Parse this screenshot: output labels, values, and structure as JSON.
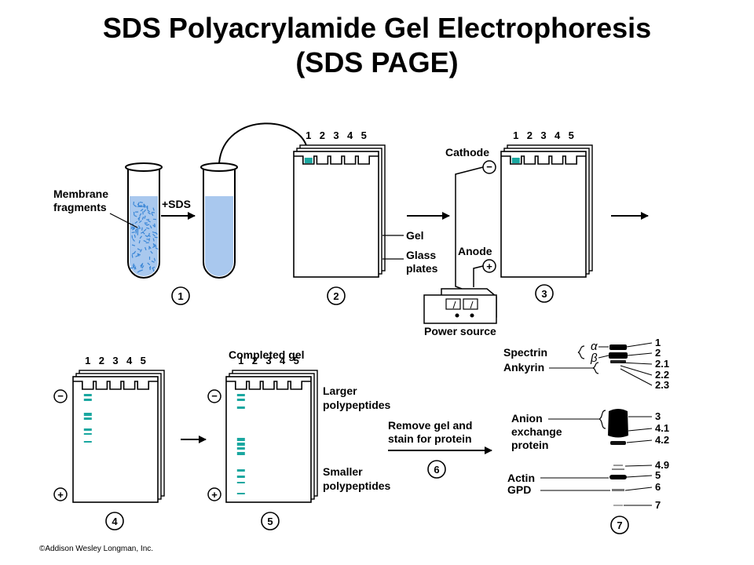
{
  "title": {
    "line1": "SDS Polyacrylamide Gel Electrophoresis",
    "line2": "(SDS PAGE)"
  },
  "step1": {
    "label_line1": "Membrane",
    "label_line2": "fragments",
    "reagent": "+SDS",
    "number": "1"
  },
  "step2": {
    "lanes": [
      "1",
      "2",
      "3",
      "4",
      "5"
    ],
    "gel": "Gel",
    "plates_line1": "Glass",
    "plates_line2": "plates",
    "number": "2"
  },
  "step3": {
    "lanes": [
      "1",
      "2",
      "3",
      "4",
      "5"
    ],
    "cathode": "Cathode",
    "anode": "Anode",
    "minus": "−",
    "plus": "+",
    "power": "Power source",
    "number": "3"
  },
  "step4": {
    "lanes": [
      "1",
      "2",
      "3",
      "4",
      "5"
    ],
    "minus": "−",
    "plus": "+",
    "number": "4"
  },
  "step5": {
    "heading": "Completed gel",
    "lanes": [
      "1",
      "2",
      "3",
      "4",
      "5"
    ],
    "larger_line1": "Larger",
    "larger_line2": "polypeptides",
    "smaller_line1": "Smaller",
    "smaller_line2": "polypeptides",
    "minus": "−",
    "plus": "+",
    "number": "5"
  },
  "step6": {
    "line1": "Remove gel and",
    "line2": "stain for protein",
    "number": "6"
  },
  "step7": {
    "number": "7",
    "left_labels": {
      "spectrin": "Spectrin",
      "alpha": "α",
      "beta": "β",
      "ankyrin": "Ankyrin",
      "anion1": "Anion",
      "anion2": "exchange",
      "anion3": "protein",
      "actin": "Actin",
      "gpd": "GPD"
    },
    "band_numbers": [
      "1",
      "2",
      "2.1",
      "2.2",
      "2.3",
      "3",
      "4.1",
      "4.2",
      "4.9",
      "5",
      "6",
      "7"
    ]
  },
  "colors": {
    "band_teal": "#1aa7a0",
    "solution_blue": "#a9c8ee",
    "fragment_blue": "#3a86d6"
  },
  "copyright": "©Addison Wesley Longman, Inc."
}
